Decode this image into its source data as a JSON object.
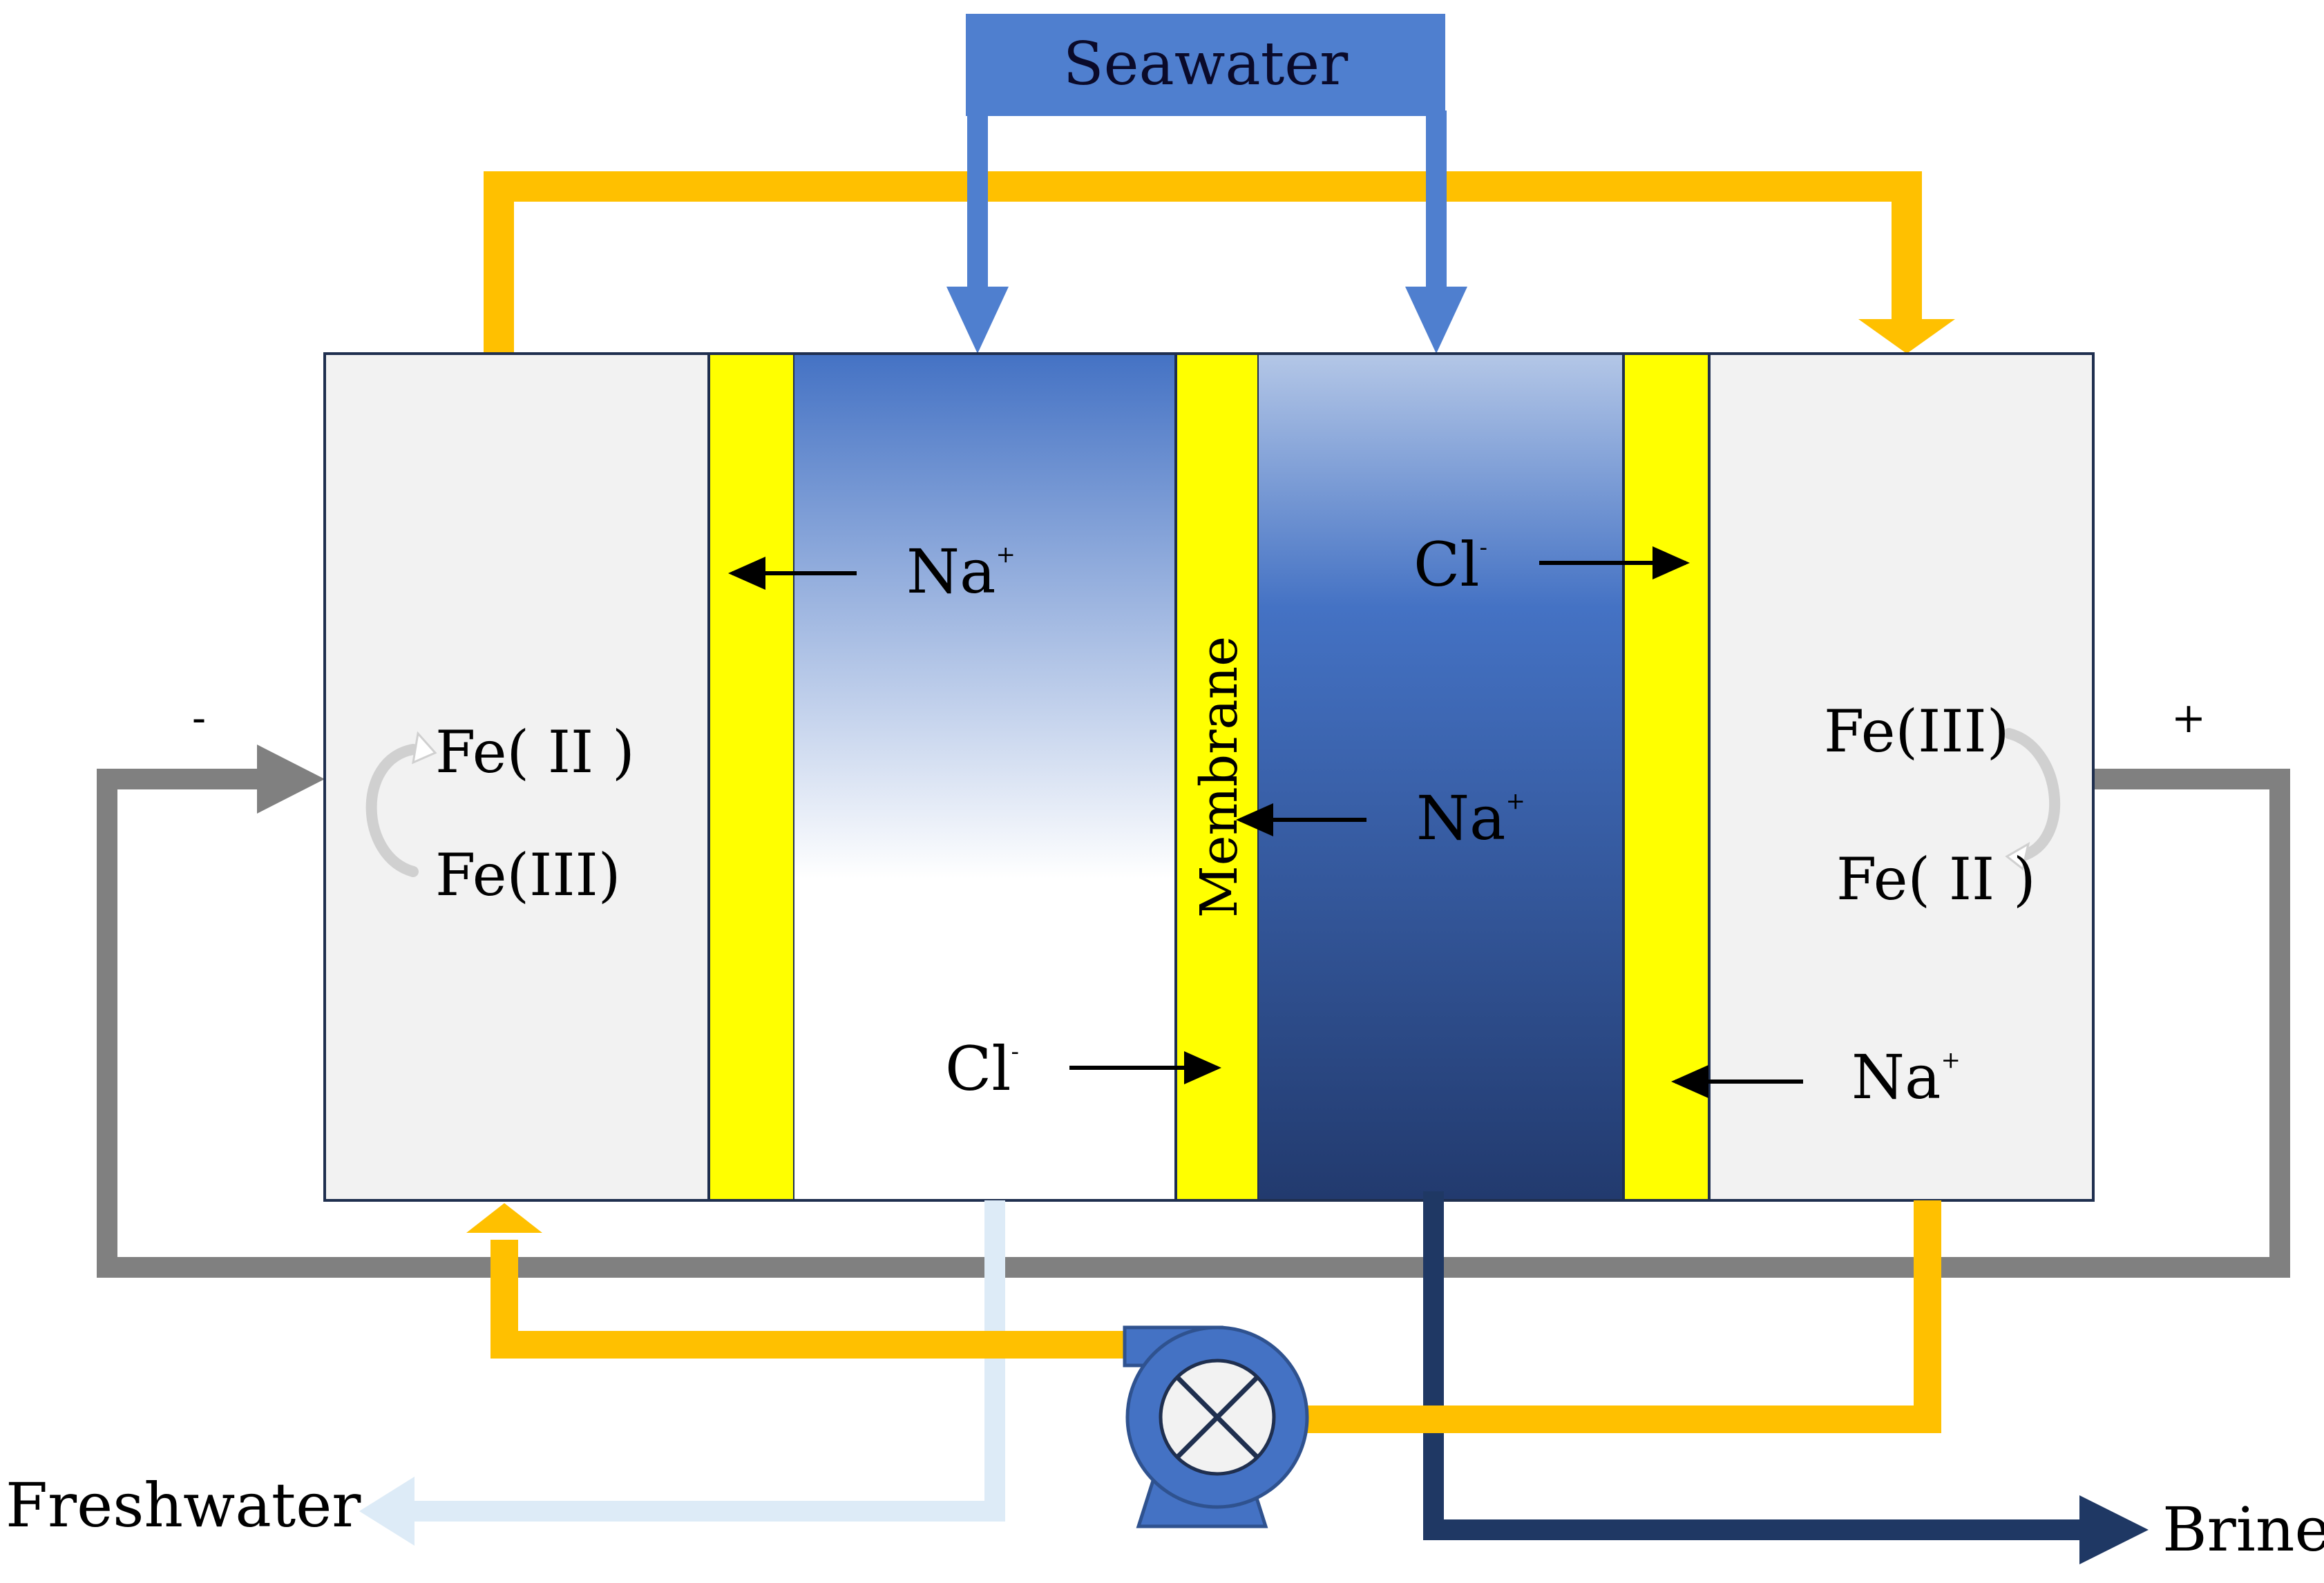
{
  "labels": {
    "seawater": "Seawater",
    "freshwater": "Freshwater",
    "brine": "Brine",
    "membrane": "Membrane",
    "negative_terminal": "-",
    "positive_terminal": "+"
  },
  "ions": {
    "na": "Na",
    "cl": "Cl",
    "plus": "+",
    "minus": "-"
  },
  "redox": {
    "left_top": "Fe( II )",
    "left_bottom": "Fe(III)",
    "right_top": "Fe(III)",
    "right_bottom": "Fe( II )"
  },
  "colors": {
    "electrolyte_flow": "#FFC000",
    "seawater": "#4F7FCF",
    "brine": "#1F3864",
    "freshwater": "#DDEBF7",
    "circuit": "#808080",
    "electrode": "#FFFF00",
    "chamber": "#F2F2F2"
  }
}
